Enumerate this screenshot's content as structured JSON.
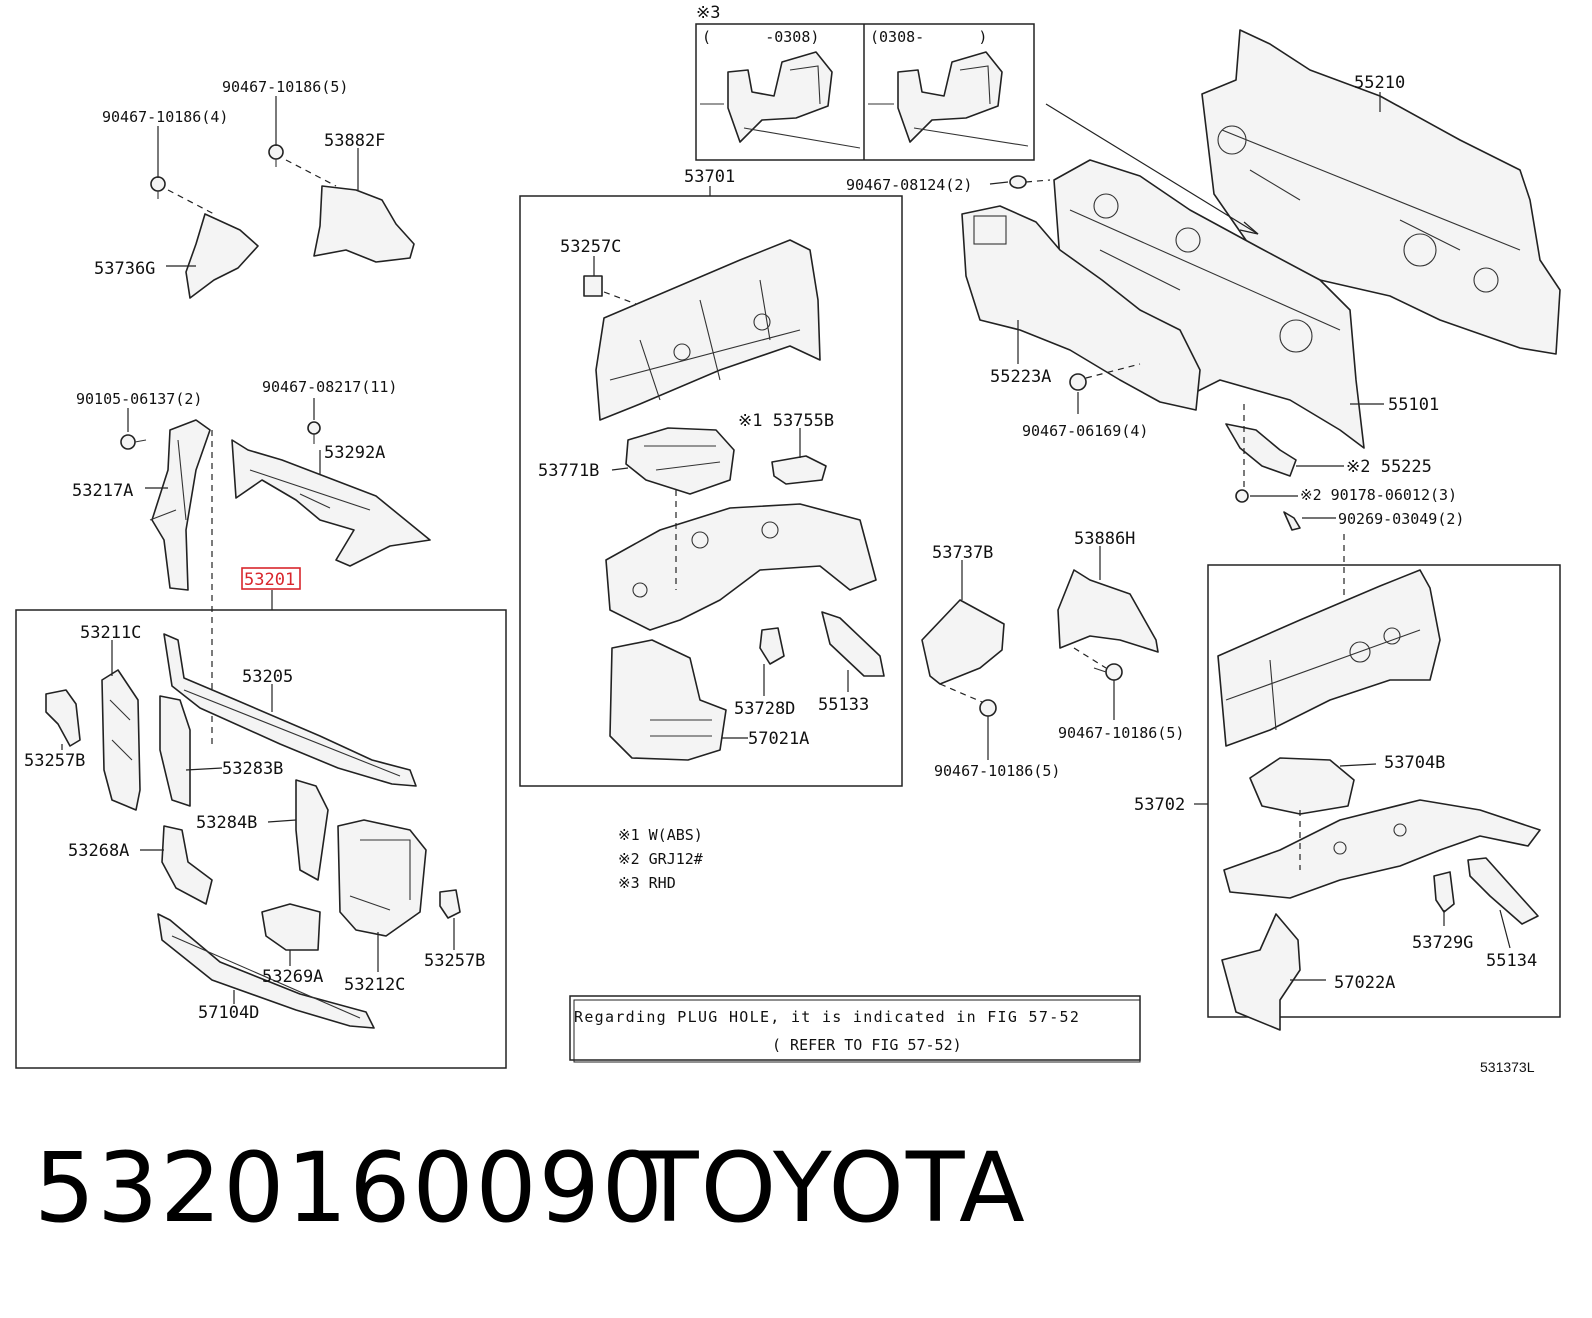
{
  "labels": {
    "p53882F": "53882F",
    "p90467_10186_5_top": "90467-10186(5)",
    "p90467_10186_4": "90467-10186(4)",
    "p53736G": "53736G",
    "p90105_06137_2": "90105-06137(2)",
    "p90467_08217_11": "90467-08217(11)",
    "p53292A": "53292A",
    "p53217A": "53217A",
    "p53201": "53201",
    "p53211C": "53211C",
    "p53205": "53205",
    "p53257B_left": "53257B",
    "p53283B": "53283B",
    "p53284B": "53284B",
    "p53268A": "53268A",
    "p53269A": "53269A",
    "p53212C": "53212C",
    "p53257B_right": "53257B",
    "p57104D": "57104D",
    "note3_mark": "※3",
    "variant_left": "(      -0308)",
    "variant_right": "(0308-      )",
    "p53701": "53701",
    "p53257C": "53257C",
    "p53755B": "※1 53755B",
    "p53771B": "53771B",
    "p53728D": "53728D",
    "p55133": "55133",
    "p57021A": "57021A",
    "p55210": "55210",
    "p90467_08124_2": "90467-08124(2)",
    "p55223A": "55223A",
    "p90467_06169_4": "90467-06169(4)",
    "p55101": "55101",
    "p55225": "※2 55225",
    "p90178_06012_3": "※2 90178-06012(3)",
    "p90269_03049_2": "90269-03049(2)",
    "p53737B": "53737B",
    "p53886H": "53886H",
    "p90467_10186_5_mid": "90467-10186(5)",
    "p90467_10186_5_low": "90467-10186(5)",
    "p53702": "53702",
    "p53704B": "53704B",
    "p53729G": "53729G",
    "p55134": "55134",
    "p57022A": "57022A"
  },
  "notes": {
    "n1": "※1  W(ABS)",
    "n2": "※2  GRJ12#",
    "n3": "※3  RHD"
  },
  "plug_note": {
    "line1": "Regarding PLUG HOLE, it is indicated in FIG 57-52",
    "line2": "( REFER TO FIG 57-52)"
  },
  "figure_id": "531373L",
  "footer": {
    "part_number": "5320160090",
    "brand": "TOYOTA"
  },
  "colors": {
    "highlight": "#d9262c",
    "line": "#222222"
  }
}
